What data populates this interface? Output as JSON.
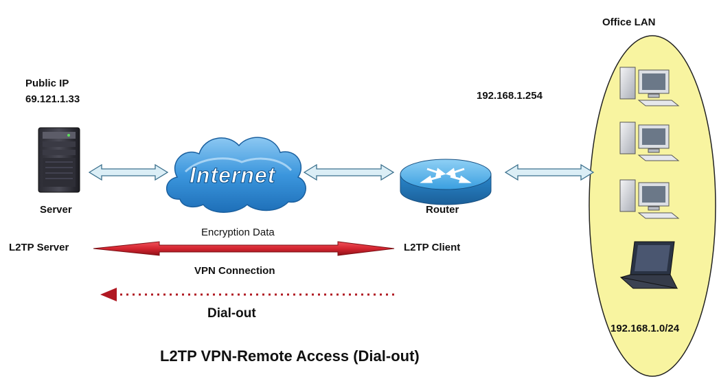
{
  "diagram": {
    "title": "L2TP VPN-Remote Access (Dial-out)",
    "server": {
      "public_ip_label": "Public IP",
      "public_ip_value": "69.121.1.33",
      "name": "Server",
      "role": "L2TP Server"
    },
    "internet": {
      "label": "Internet"
    },
    "router": {
      "ip": "192.168.1.254",
      "name": "Router",
      "role": "L2TP Client"
    },
    "office_lan": {
      "label": "Office LAN",
      "subnet": "192.168.1.0/24"
    },
    "tunnel": {
      "encryption_label": "Encryption Data",
      "vpn_label": "VPN Connection"
    },
    "dialout": {
      "label": "Dial-out"
    },
    "colors": {
      "lan_fill": "#f8f4a0",
      "cloud_blue": "#2d8ad8",
      "router_blue": "#3aa6e6",
      "tunnel_red": "#d42530",
      "dialout_red": "#b01822",
      "link_arrow": "#dbeef6"
    }
  }
}
